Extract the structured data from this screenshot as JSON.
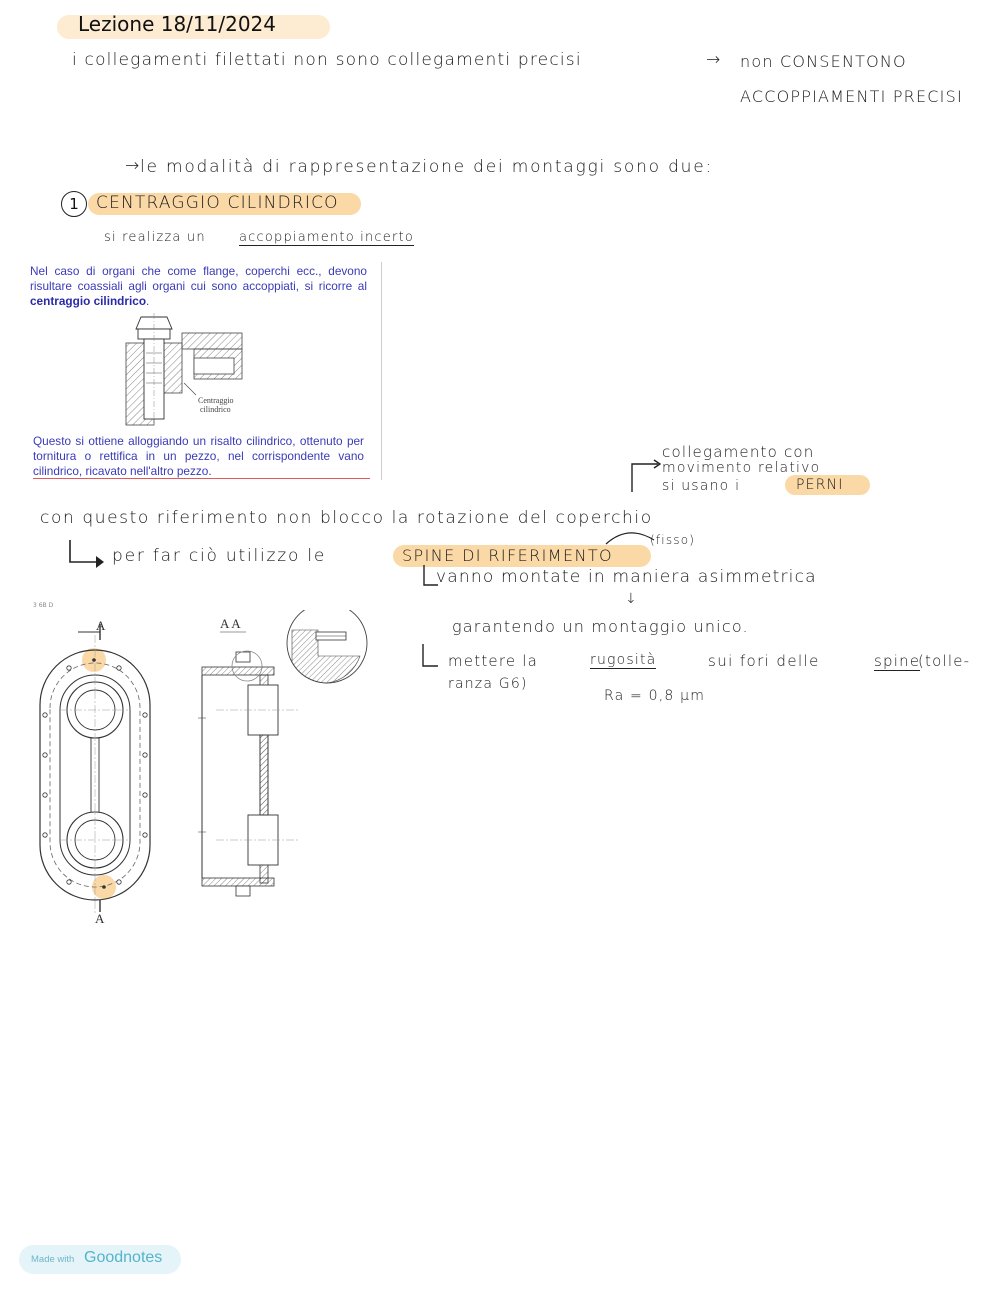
{
  "header": {
    "title": "Lezione 18/11/2024"
  },
  "notes": {
    "line1": "i collegamenti filettati non sono collegamenti precisi",
    "line1_arrow": "→",
    "line1_right": "non CONSENTONO",
    "line1_right2": "ACCOPPIAMENTI PRECISI",
    "line2_arrow": "→",
    "line2": "le modalità di rappresentazione dei montaggi sono due:",
    "item1_number": "1",
    "item1_title": "CENTRAGGIO CILINDRICO",
    "item1_sub_prefix": "si realizza un",
    "item1_sub_underlined": "accoppiamento incerto",
    "pins_note_1": "collegamento con",
    "pins_note_2": "movimento relativo",
    "pins_note_3_prefix": "si usano i",
    "pins_note_3_highlight": "PERNI",
    "ref_line": "con questo riferimento non blocco la rotazione del coperchio",
    "fisso": "(fisso)",
    "per_far_prefix": "per far ciò utilizzo le",
    "per_far_highlight": "SPINE DI RIFERIMENTO",
    "vanno": "vanno montate in maniera asimmetrica",
    "garantendo": "garantendo un montaggio unico.",
    "mettere": "mettere la",
    "rugosita": "rugosità",
    "sui_fori": "sui fori delle",
    "spine": "spine",
    "tolle": "(tolle-",
    "ranza": "ranza G6)",
    "ra": "Ra = 0,8 μm"
  },
  "book": {
    "para1_text": "Nel caso di organi che come flange, coperchi ecc., devono risultare coassiali agli organi cui sono accoppiati, si ricorre al ",
    "para1_bold": "centraggio cilindrico",
    "para1_end": ".",
    "figure_label_1": "Centraggio",
    "figure_label_2": "cilindrico",
    "para2": "Questo si ottiene alloggiando un risalto cilindrico, ottenuto per tornitura o rettifica in un pezzo, nel corrispondente vano cilindrico, ricavato nell'altro pezzo."
  },
  "drawing": {
    "tag": "3 6B D",
    "section_a_top": "A",
    "section_a_bottom": "A",
    "section_title": "A A"
  },
  "footer": {
    "made_with": "Made with",
    "brand": "Goodnotes"
  }
}
